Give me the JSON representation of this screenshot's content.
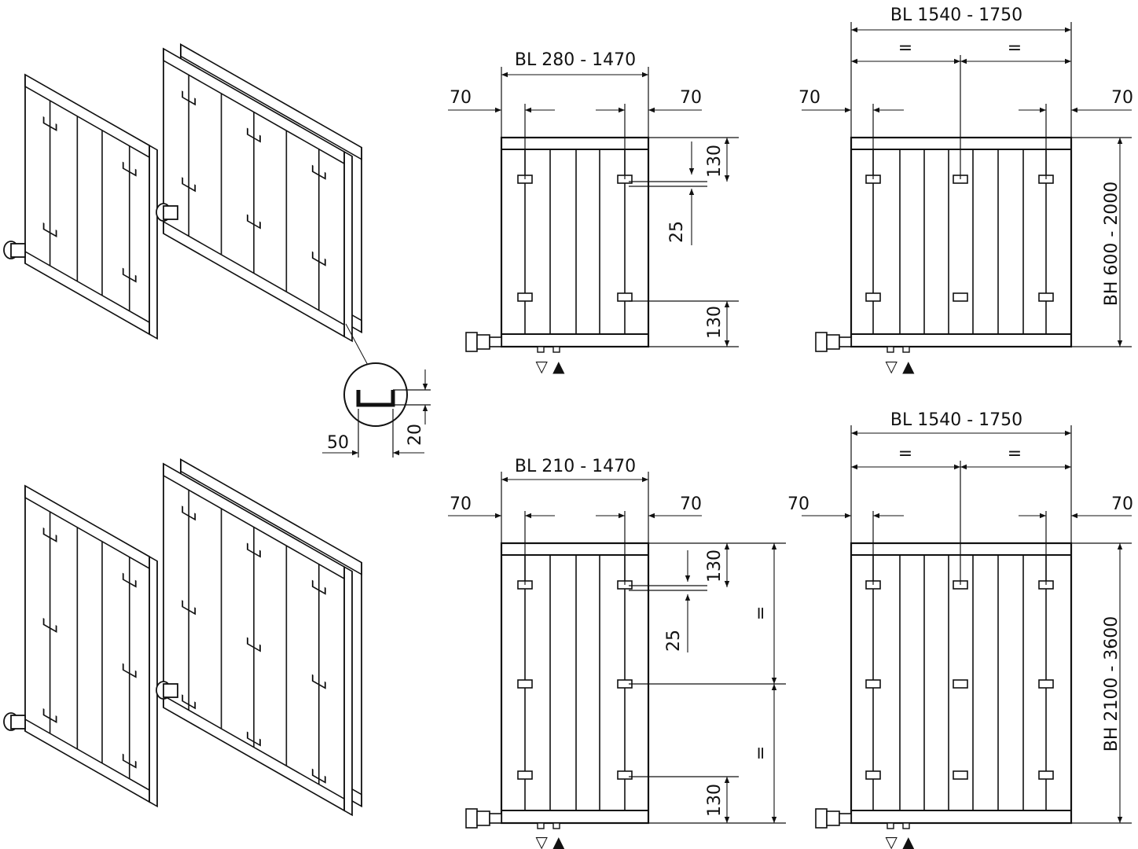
{
  "views": {
    "top_small": {
      "width_label": "BL 280 - 1470",
      "left_offset": "70",
      "right_offset": "70",
      "top_dim": "130",
      "gap_dim": "25",
      "bottom_dim": "130",
      "flow_symbols": "▽ ▲"
    },
    "top_large": {
      "width_label": "BL 1540 -  1750",
      "half_left": "=",
      "half_right": "=",
      "left_offset": "70",
      "right_offset": "70",
      "height_label": "BH 600 - 2000",
      "flow_symbols": "▽ ▲"
    },
    "bottom_small": {
      "width_label": "BL 210 - 1470",
      "left_offset": "70",
      "right_offset": "70",
      "top_dim": "130",
      "gap_dim": "25",
      "upper_equal": "=",
      "lower_equal": "=",
      "bottom_dim": "130",
      "flow_symbols": "▽ ▲"
    },
    "bottom_large": {
      "width_label": "BL 1540 - 1750",
      "half_left": "=",
      "half_right": "=",
      "left_offset": "70",
      "right_offset": "70",
      "height_label": "BH 2100 - 3600",
      "flow_symbols": "▽ ▲"
    }
  },
  "profile_detail": {
    "width": "50",
    "height": "20"
  },
  "colors": {
    "line": "#111111",
    "background": "#ffffff"
  }
}
